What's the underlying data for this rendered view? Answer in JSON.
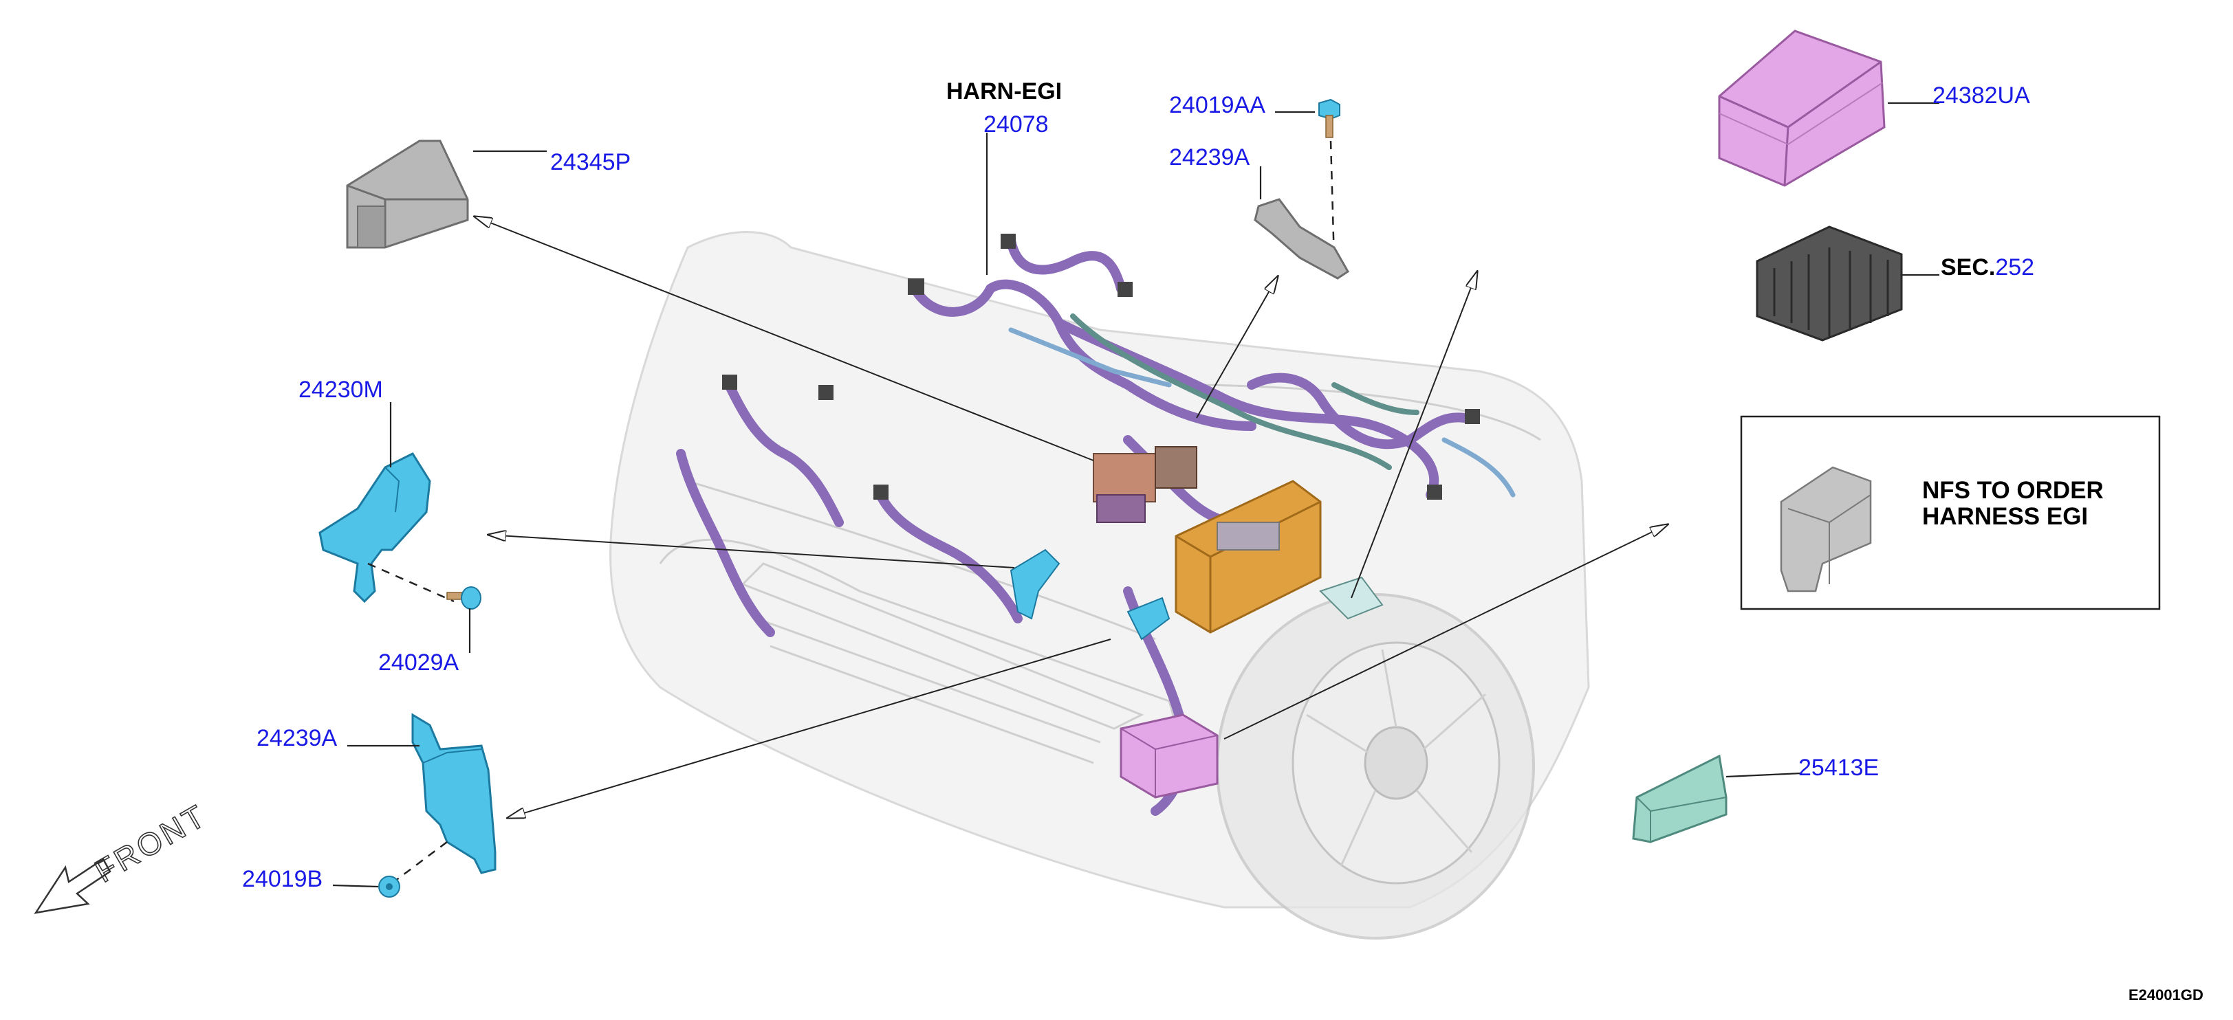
{
  "diagram": {
    "header_label": "HARN-EGI",
    "part_labels": {
      "p24078": "24078",
      "p24019AA": "24019AA",
      "p24239A_top": "24239A",
      "p24345P": "24345P",
      "p24382UA": "24382UA",
      "sec_prefix": "SEC.",
      "sec_number": "252",
      "p24230M": "24230M",
      "p24029A": "24029A",
      "p24239A_bottom": "24239A",
      "p24019B": "24019B",
      "p25413E": "25413E"
    },
    "nfs_note": {
      "line1": "NFS TO ORDER",
      "line2": "HARNESS EGI"
    },
    "direction_label": "FRONT",
    "drawing_code": "E24001GD",
    "colors": {
      "label_blue": "#1a1ae6",
      "harness_purple": "#8a6bb8",
      "fuse_box_pink": "#e3a6e6",
      "bracket_cyan": "#4fc3e8",
      "ecm_orange": "#e0a040",
      "relay_gray": "#555555",
      "cover_gray": "#b8b8b8",
      "module_green": "#9ed6c8"
    }
  }
}
